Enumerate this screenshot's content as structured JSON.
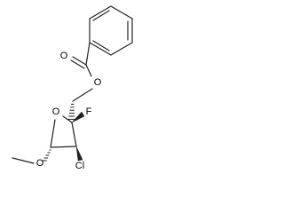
{
  "molecule": {
    "atoms": {
      "carbonyl_oxygen": "O",
      "ester_oxygen": "O",
      "ring_oxygen": "O",
      "methoxy_oxygen": "O",
      "fluorine": "F",
      "chlorine": "Cl"
    }
  }
}
